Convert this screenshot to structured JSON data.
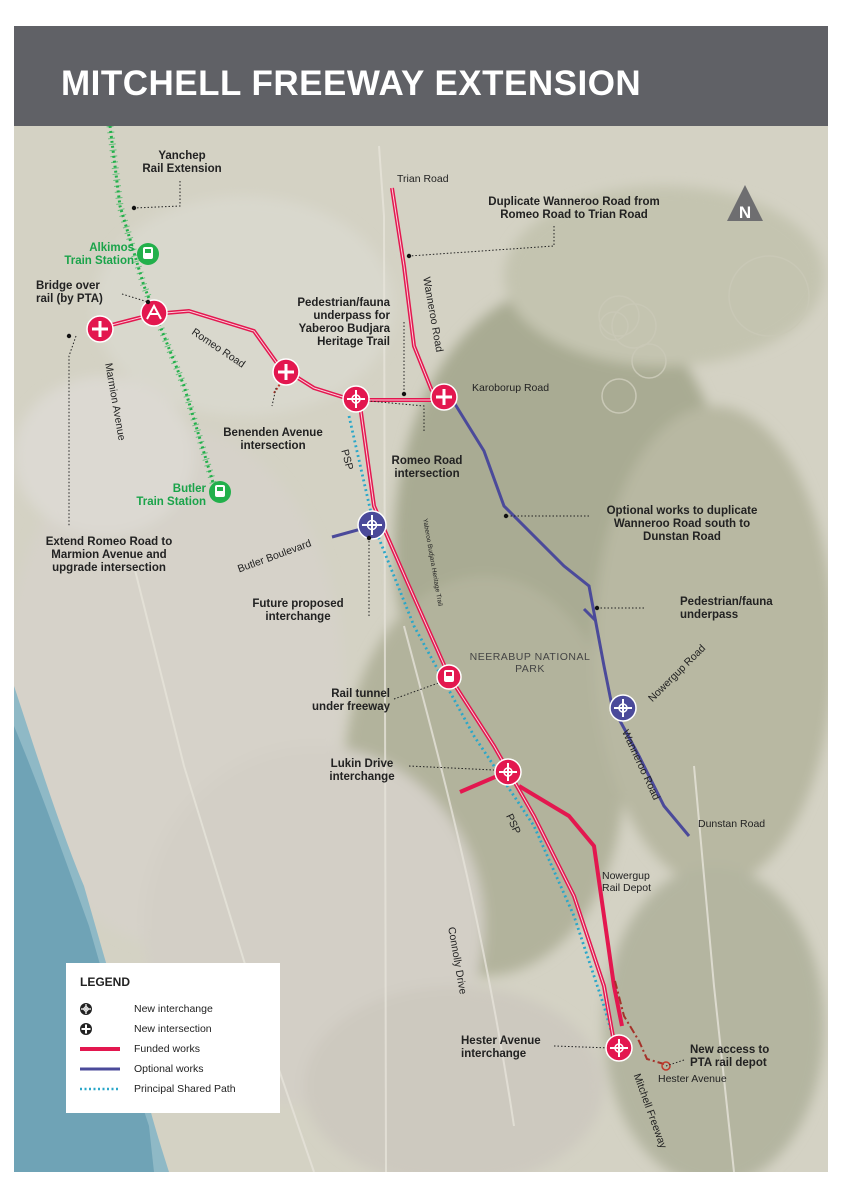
{
  "title": "MITCHELL FREEWAY EXTENSION",
  "north_label": "N",
  "annotations": {
    "yanchep_rail": "Yanchep\nRail Extension",
    "bridge_rail": "Bridge over\nrail (by PTA)",
    "duplicate_wanneroo": "Duplicate Wanneroo Road from\nRomeo Road to Trian Road",
    "ped_fauna_trail": "Pedestrian/fauna\nunderpass for\nYaberoo Budjara\nHeritage Trail",
    "benenden": "Benenden Avenue\nintersection",
    "romeo_intersection": "Romeo Road\nintersection",
    "optional_duplicate": "Optional works to duplicate\nWanneroo Road south to\nDunstan Road",
    "extend_romeo": "Extend Romeo Road to\nMarmion Avenue and\nupgrade intersection",
    "future_interchange": "Future proposed\ninterchange",
    "ped_fauna": "Pedestrian/fauna\nunderpass",
    "rail_tunnel": "Rail tunnel\nunder freeway",
    "lukin": "Lukin Drive\ninterchange",
    "hester": "Hester Avenue\ninterchange",
    "pta_access": "New access to\nPTA rail depot"
  },
  "stations": {
    "alkimos": "Alkimos\nTrain Station",
    "butler": "Butler\nTrain Station"
  },
  "roads": {
    "trian": "Trian Road",
    "wanneroo_north": "Wanneroo Road",
    "karoborup": "Karoborup Road",
    "romeo": "Romeo Road",
    "marmion": "Marmion Avenue",
    "butler_blvd": "Butler Boulevard",
    "psp_north": "PSP",
    "heritage_trail": "Yaberoo Budjara Heritage Trail",
    "nowergup": "Nowergup Road",
    "wanneroo_south": "Wanneroo Road",
    "dunstan": "Dunstan Road",
    "psp_south": "PSP",
    "connolly": "Connolly Drive",
    "nowergup_depot": "Nowergup\nRail Depot",
    "hester_ave": "Hester Avenue",
    "mitchell": "Mitchell Freeway"
  },
  "park_label": "NEERABUP NATIONAL\nPARK",
  "legend": {
    "title": "LEGEND",
    "items": [
      {
        "label": "New interchange",
        "symbol": "interchange"
      },
      {
        "label": "New intersection",
        "symbol": "intersection"
      },
      {
        "label": "Funded works",
        "symbol": "funded"
      },
      {
        "label": "Optional works",
        "symbol": "optional"
      },
      {
        "label": "Principal Shared Path",
        "symbol": "psp"
      }
    ]
  },
  "colors": {
    "funded": "#e3174f",
    "optional": "#4b4a9a",
    "psp": "#2aa7c9",
    "rail": "#22b04b",
    "header": "#606166",
    "pta_access": "#c0392b"
  }
}
